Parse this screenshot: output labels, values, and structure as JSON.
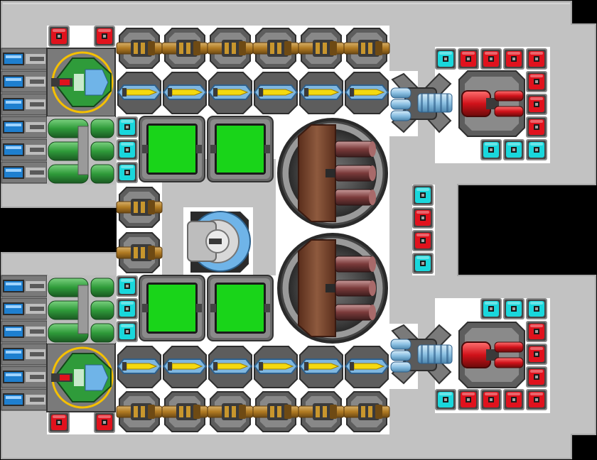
{
  "scene": {
    "kind": "ship-build-layout",
    "colors": {
      "background": "#000000",
      "hull": "#c2c2c2",
      "hull_edge": "#a9a9a9",
      "deck": "#ffffff",
      "cyan_block": "#19d7dc",
      "red_block": "#e0121d",
      "reactor_green": "#19d419",
      "missile_bronze": "#c8962d",
      "laser_yellow": "#f5d90f",
      "shield_blue": "#6fb4e8",
      "thruster_copper": "#8a4a33",
      "engine_green": "#2f9b3a"
    },
    "legend": {
      "small_blocks": [
        "cyan-module",
        "red-module"
      ],
      "weapons": [
        "missile-launcher",
        "laser-cannon",
        "ion-cannon",
        "plasma-cannon",
        "dual-blaster"
      ],
      "systems": [
        "power-reactor",
        "main-thruster",
        "shield-generator",
        "engine-block",
        "battery-cell"
      ]
    }
  }
}
